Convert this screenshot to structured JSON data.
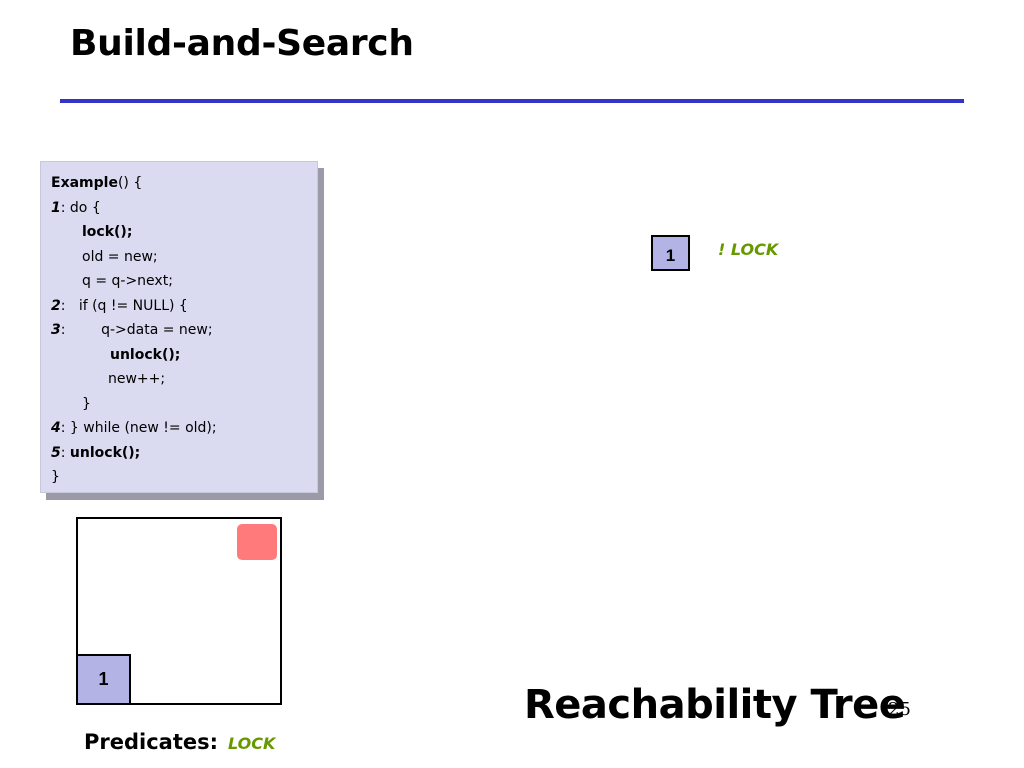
{
  "slide": {
    "title": "Build-and-Search",
    "page_number": "25"
  },
  "code": {
    "lines": [
      {
        "label": "Example",
        "rest": "() {"
      },
      {
        "label": "1",
        "rest": ": do {"
      },
      {
        "text": "lock();"
      },
      {
        "text": "old = new;"
      },
      {
        "text": "q = q->next;"
      },
      {
        "label": "2",
        "rest": ":   if (q != NULL) {"
      },
      {
        "label": "3",
        "rest": ":        q->data = new;"
      },
      {
        "text": "unlock();"
      },
      {
        "text": "new++;"
      },
      {
        "text": "}"
      },
      {
        "label": "4",
        "rest": ": } while (new != old);"
      },
      {
        "label": "5",
        "rest": ": ",
        "bold_rest": "unlock();"
      },
      {
        "text": "}"
      }
    ]
  },
  "cfa": {
    "node_label": "1"
  },
  "tree": {
    "node_label": "1",
    "node_annotation": "! LOCK",
    "caption": "Reachability Tree"
  },
  "predicates": {
    "label": "Predicates:",
    "value": "LOCK"
  },
  "colors": {
    "title_rule": "#3333cc",
    "code_bg": "#dadaf1",
    "node_fill": "#b3b3e6",
    "error_region": "#ff7b7b",
    "predicate_green": "#669900"
  }
}
